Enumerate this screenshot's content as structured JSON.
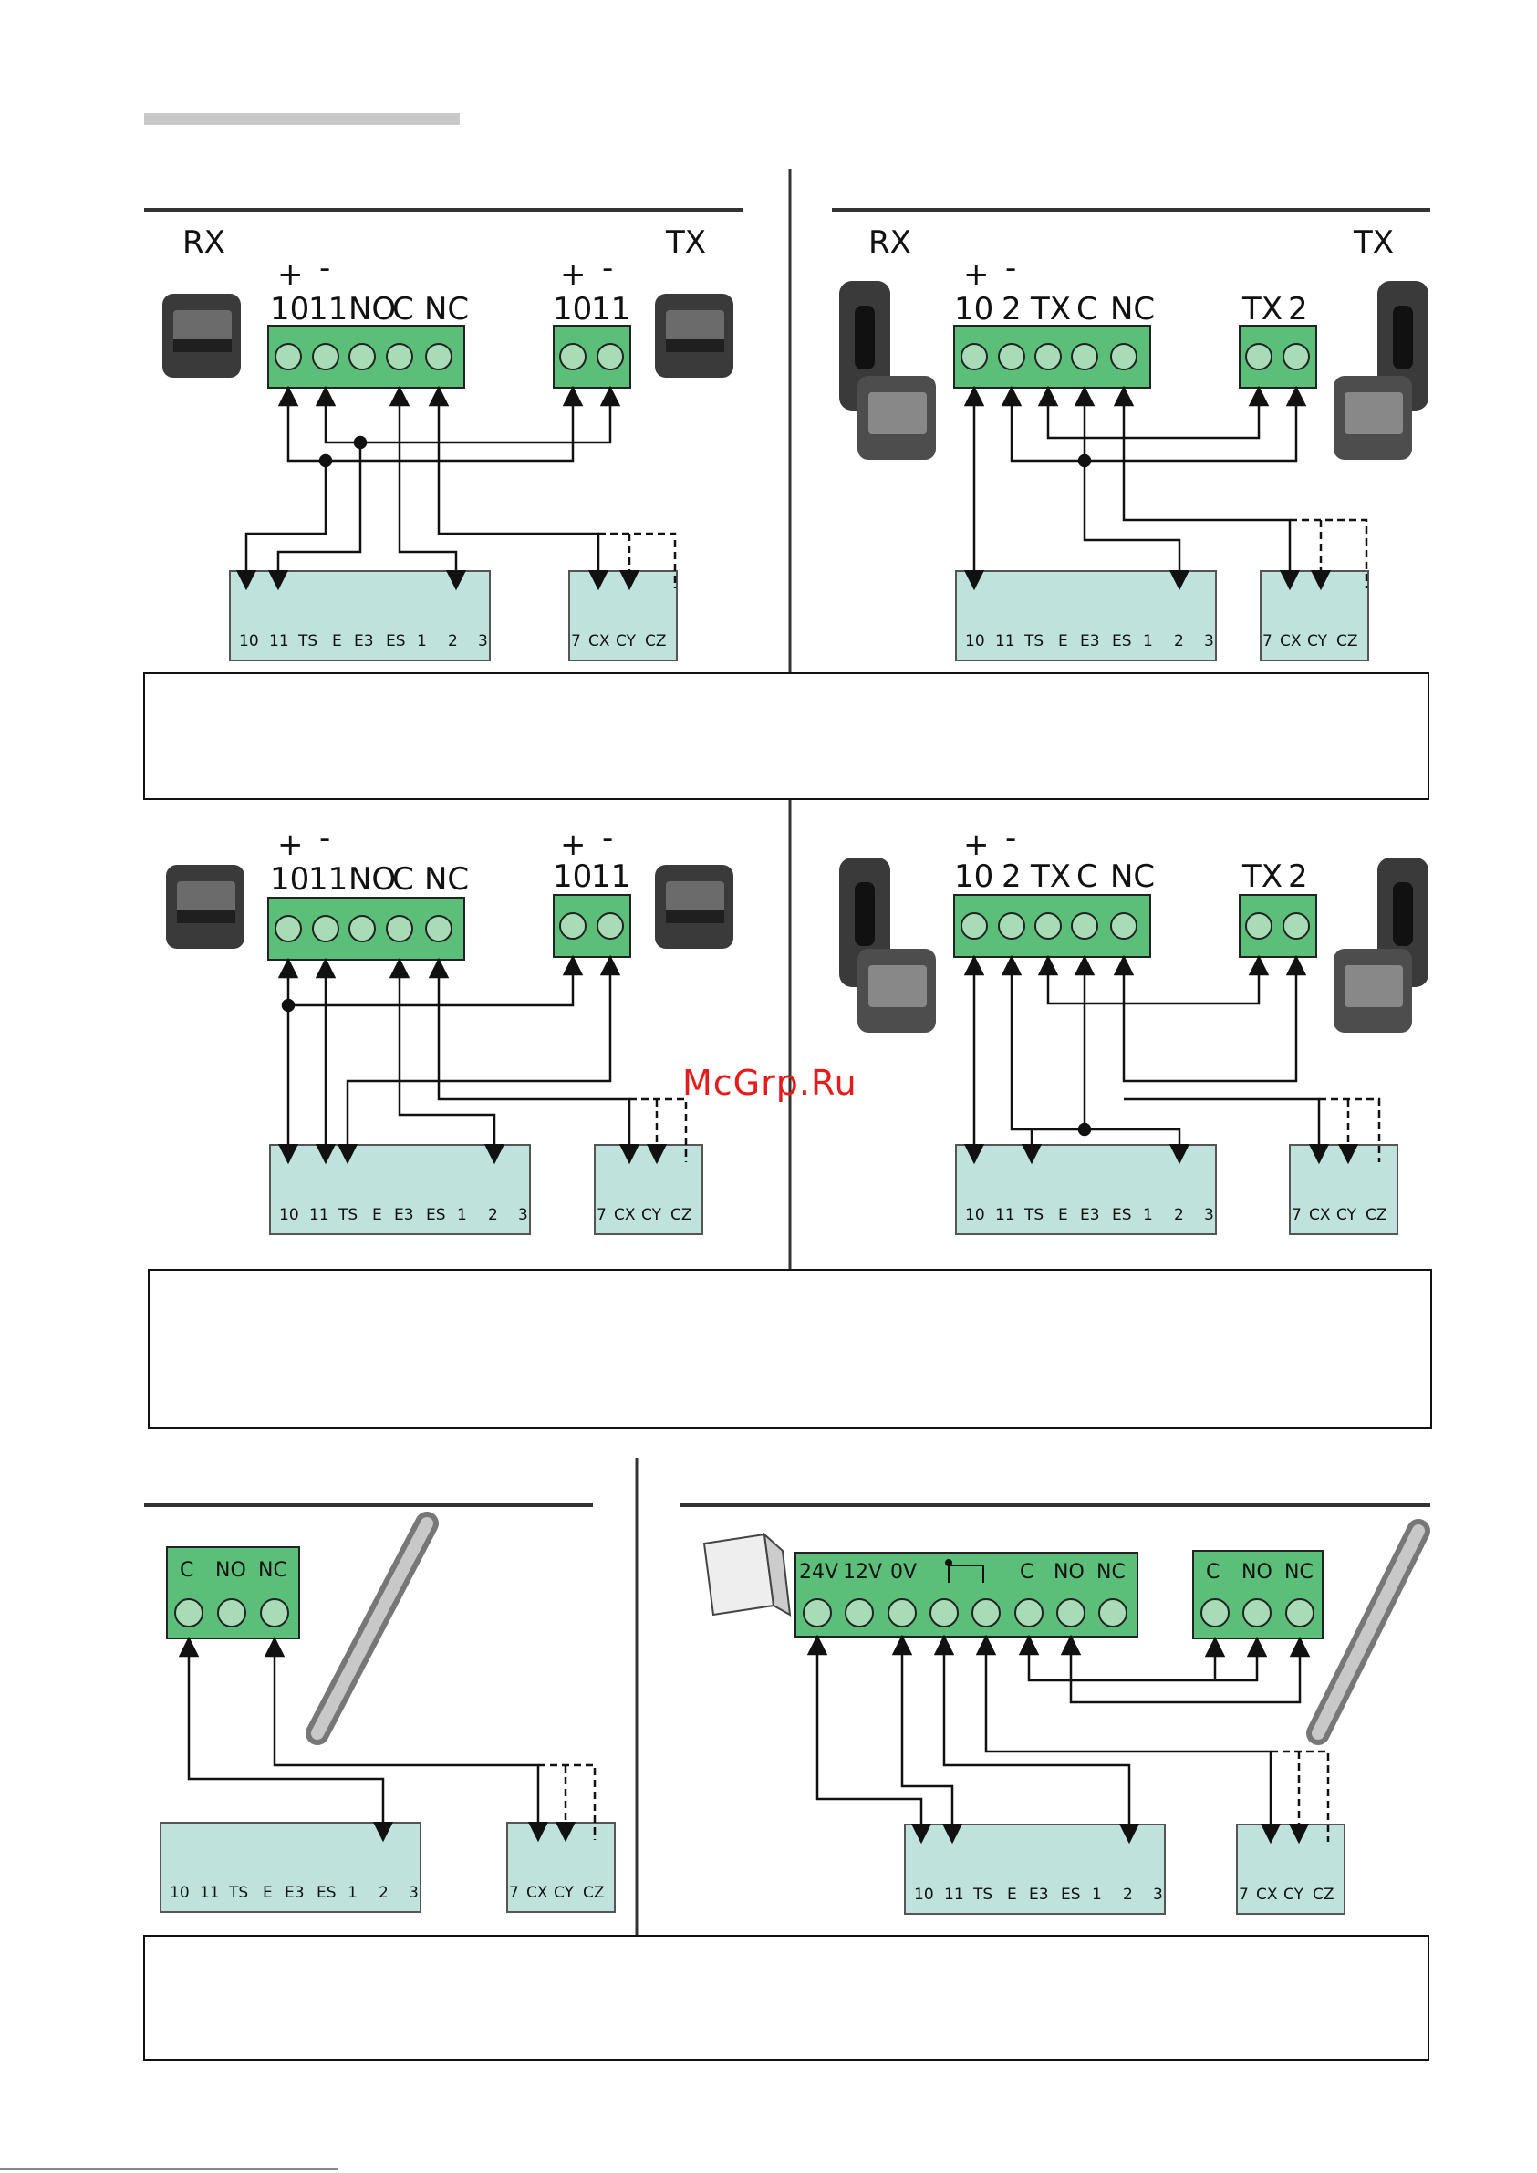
{
  "panels": {
    "top_left": {
      "rx_label": "RX",
      "tx_label": "TX",
      "rx_terminals": [
        "10",
        "11",
        "NO",
        "C",
        "NC"
      ],
      "rx_polarity": [
        "+",
        "-"
      ],
      "tx_terminals": [
        "10",
        "11"
      ],
      "tx_polarity": [
        "+",
        "-"
      ]
    },
    "top_right": {
      "rx_label": "RX",
      "tx_label": "TX",
      "rx_terminals": [
        "10",
        "2",
        "TX",
        "C",
        "NC"
      ],
      "rx_polarity": [
        "+",
        "-"
      ],
      "tx_terminals": [
        "TX",
        "2"
      ]
    },
    "middle_left": {
      "rx_terminals": [
        "10",
        "11",
        "NO",
        "C",
        "NC"
      ],
      "rx_polarity": [
        "+",
        "-"
      ],
      "tx_terminals": [
        "10",
        "11"
      ],
      "tx_polarity": [
        "+",
        "-"
      ]
    },
    "middle_right": {
      "rx_terminals": [
        "10",
        "2",
        "TX",
        "C",
        "NC"
      ],
      "rx_polarity": [
        "+",
        "-"
      ],
      "tx_terminals": [
        "TX",
        "2"
      ]
    },
    "bottom_left": {
      "edge_terminals": [
        "C",
        "NO",
        "NC"
      ]
    },
    "bottom_right": {
      "card_terminals": [
        "24V",
        "12V",
        "0V",
        "C",
        "NO",
        "NC"
      ],
      "edge_terminals": [
        "C",
        "NO",
        "NC"
      ]
    }
  },
  "board_strip_main": [
    "10",
    "11",
    "TS",
    "E",
    "E3",
    "ES",
    "1",
    "2",
    "3"
  ],
  "board_strip_safety": [
    "7",
    "CX",
    "CY",
    "CZ"
  ],
  "watermark": "McGrp.Ru",
  "colors": {
    "terminal_green": "#5bbf7a",
    "strip_teal": "#bfe3dc",
    "device_dark": "#3a3a3a",
    "watermark_red": "#e51c1c"
  },
  "icons": [
    "photocell-icon",
    "column-photocell-icon",
    "sensitive-edge-icon",
    "edge-interface-icon"
  ]
}
